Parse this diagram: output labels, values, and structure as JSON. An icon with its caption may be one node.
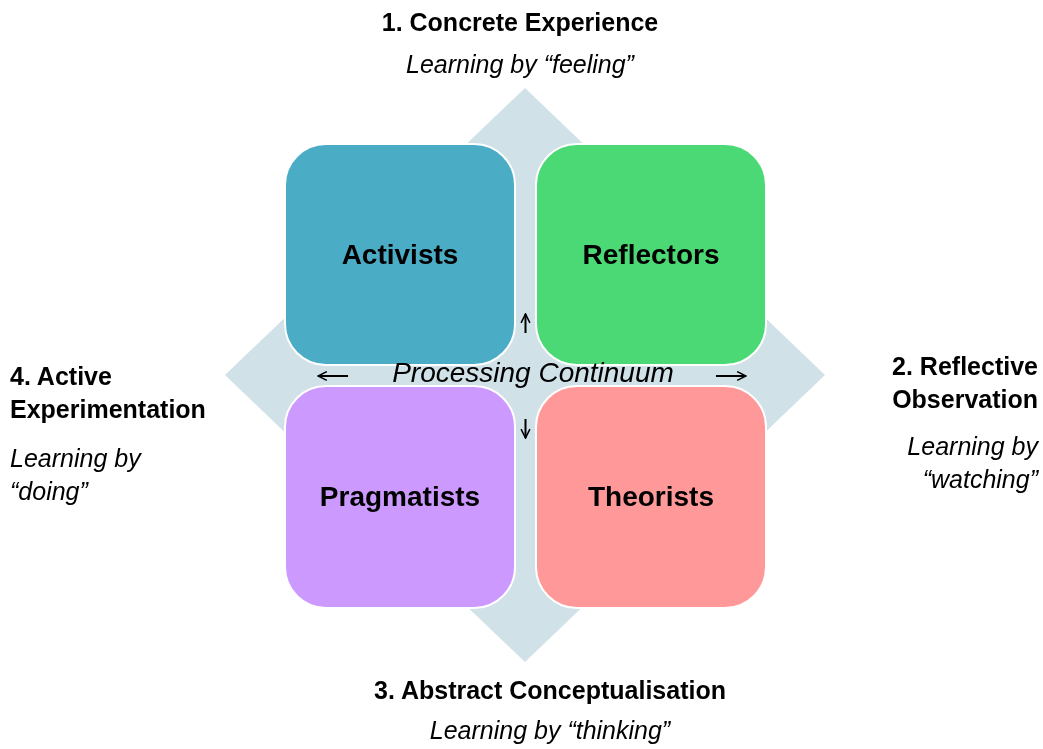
{
  "diagram": {
    "nodes": [
      {
        "text": [
          "Activists"
        ]
      },
      {
        "text": [
          "Reflectors"
        ]
      },
      {
        "text": [
          "Pragmatists"
        ]
      },
      {
        "text": [
          "Theorists"
        ]
      }
    ],
    "labels": [
      "1. Concrete Experience",
      "Learning by “feeling”",
      "4. Active Experimentation",
      "Learning by “doing”",
      "Processing Continuum",
      "2. Reflective Observation",
      "Learning by “watching”",
      "3. Abstract Conceptualisation",
      "Learning by “thinking”"
    ]
  }
}
